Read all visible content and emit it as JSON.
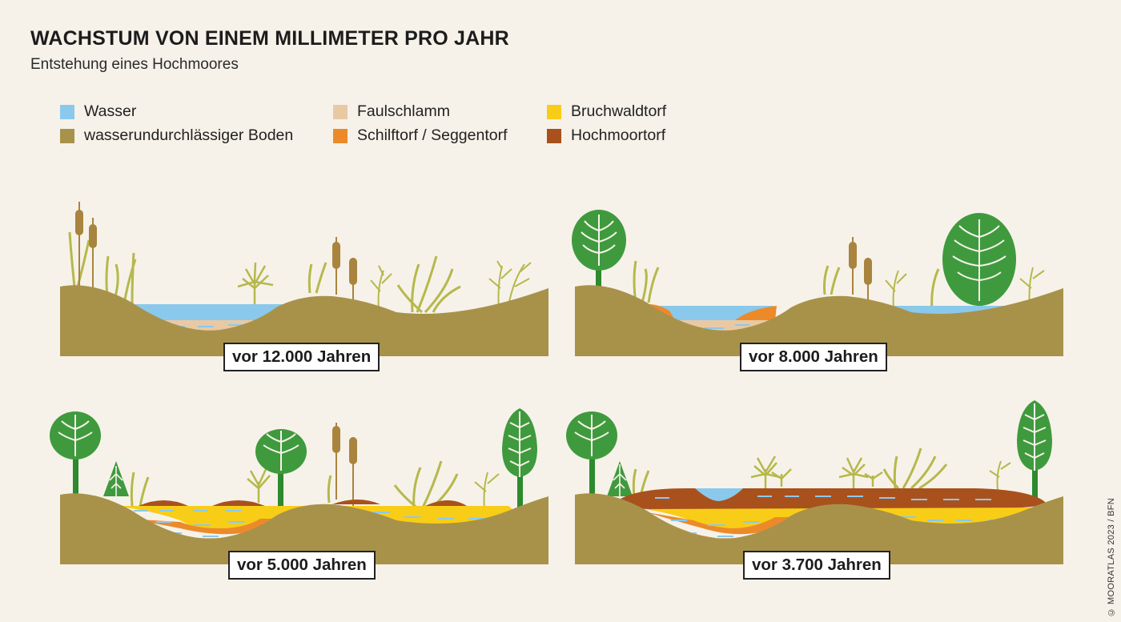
{
  "header": {
    "title": "WACHSTUM VON EINEM MILLIMETER PRO JAHR",
    "subtitle": "Entstehung eines Hochmoores"
  },
  "legend": [
    {
      "label": "Wasser",
      "color": "#8ac9ec"
    },
    {
      "label": "wasserundurchlässiger Boden",
      "color": "#a8924a"
    },
    {
      "label": "Faulschlamm",
      "color": "#e9c9a4"
    },
    {
      "label": "Schilftorf / Seggentorf",
      "color": "#ec8a2a"
    },
    {
      "label": "Bruchwaldtorf",
      "color": "#f8cd17"
    },
    {
      "label": "Hochmoortorf",
      "color": "#a9511d"
    }
  ],
  "panels": [
    {
      "label": "vor 12.000 Jahren"
    },
    {
      "label": "vor 8.000 Jahren"
    },
    {
      "label": "vor 5.000 Jahren"
    },
    {
      "label": "vor 3.700 Jahren"
    }
  ],
  "credit": "© MOORATLAS 2023 / BFN",
  "colors": {
    "soil": "#a8924a",
    "water": "#8ac9ec",
    "mud": "#e9c9a4",
    "reed_peat": "#ec8a2a",
    "carr_peat": "#f8cd17",
    "bog_peat": "#a9511d",
    "tree": "#3f9a3e",
    "trunk": "#2d8a2e",
    "cattail": "#a9843e",
    "grass": "#b6b84c"
  }
}
